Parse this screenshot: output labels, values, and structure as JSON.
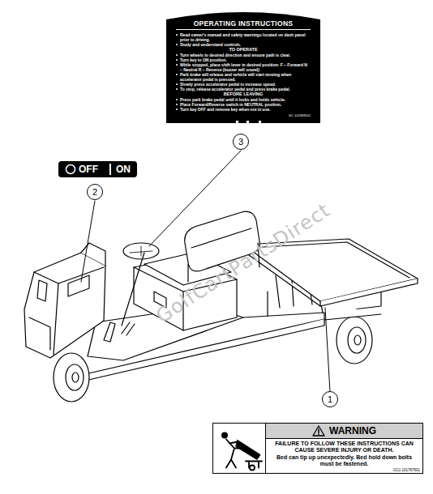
{
  "diagram": {
    "nodes": [
      {
        "text": [
          "OPERATING INSTRUCTIONS",
          "Read owner's manual and safety warnings located on dash panel prior to driving.",
          "Study and understand controls.",
          "TO OPERATE",
          "Turn wheels to desired direction and ensure path is clear.",
          "Turn key to ON position.",
          "While stopped, place shift lever in desired position: F – Forward N – Neutral R – Reverse (buzzer will sound)",
          "Park brake will release and vehicle will start moving when accelerator pedal is pressed.",
          "Slowly press accelerator pedal to increase speed.",
          "To stop, release accelerator pedal and press brake pedal.",
          "BEFORE LEAVING",
          "Press park brake pedal until it locks and holds vehicle.",
          "Place Forward/Reverse switch in NEUTRAL position.",
          "Turn key OFF and remove key when not in use.",
          "GC 102583501"
        ]
      },
      {
        "text": [
          "3"
        ]
      },
      {
        "text": [
          "OFF",
          "ON"
        ]
      },
      {
        "text": [
          "2"
        ]
      },
      {
        "text": [
          "1"
        ]
      },
      {
        "text": [
          "WARNING",
          "FAILURE TO FOLLOW THESE INSTRUCTIONS CAN CAUSE SEVERE INJURY OR DEATH.",
          "Bed can tip up unexpectedly. Bed hold down bolts must be fastened.",
          "GC1 101787601"
        ]
      }
    ],
    "labels": [
      "GolfCartPartsDirect"
    ]
  }
}
